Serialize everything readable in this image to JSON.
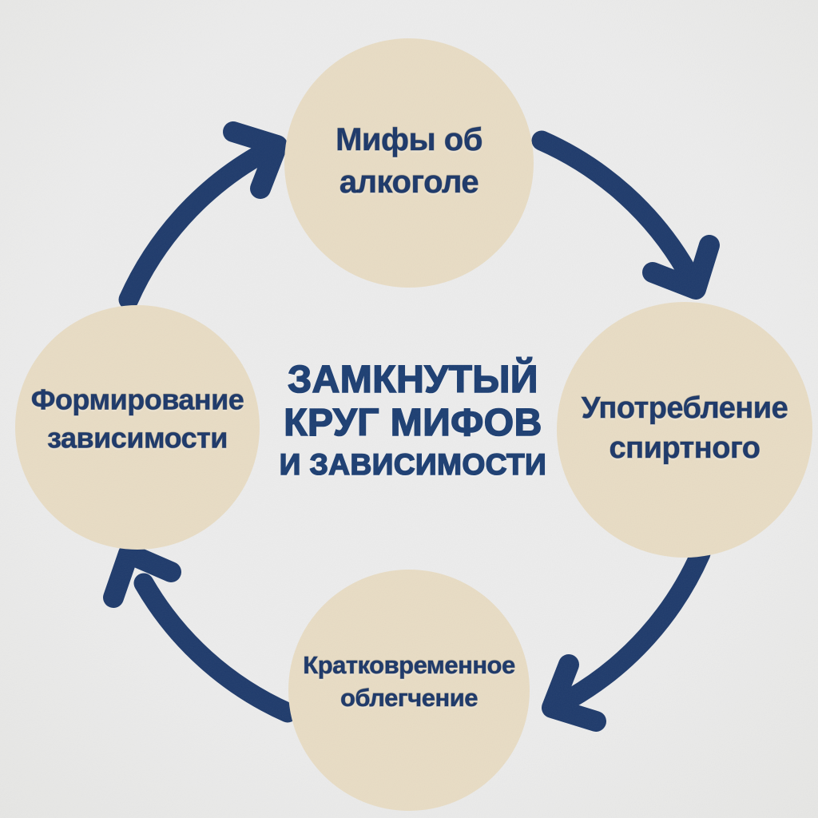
{
  "meta": {
    "diagram_type": "closed-cycle",
    "language": "ru"
  },
  "palette": {
    "background": "#ececec",
    "circle_fill": "#e8dcc4",
    "arrow_color": "#1e3a6b",
    "node_text_color": "#1b3769",
    "title_color": "#1c3e72"
  },
  "center_title": {
    "full": "ЗАМКНУТЫЙ КРУГ МИФОВ И ЗАВИСИМОСТИ",
    "line1": "ЗАМКНУТЫЙ",
    "line2": "КРУГ МИФОВ",
    "line3": "И ЗАВИСИМОСТИ"
  },
  "nodes": [
    {
      "id": "myths",
      "position": "top",
      "label": "Мифы об алкоголе",
      "lines": [
        "Мифы об",
        "алкоголе"
      ]
    },
    {
      "id": "drinking",
      "position": "right",
      "label": "Употребление спиртного",
      "lines": [
        "Употребление",
        "спиртного"
      ]
    },
    {
      "id": "relief",
      "position": "bottom",
      "label": "Кратковременное облегчение",
      "lines": [
        "Кратковременное",
        "облегчение"
      ]
    },
    {
      "id": "dependency",
      "position": "left",
      "label": "Формирование зависимости",
      "lines": [
        "Формирование",
        "зависимости"
      ]
    }
  ],
  "edges": [
    {
      "from": "Формирование зависимости",
      "to": "Мифы об алкоголе"
    },
    {
      "from": "Мифы об алкоголе",
      "to": "Употребление спиртного"
    },
    {
      "from": "Употребление спиртного",
      "to": "Кратковременное облегчение"
    },
    {
      "from": "Кратковременное облегчение",
      "to": "Формирование зависимости"
    }
  ]
}
